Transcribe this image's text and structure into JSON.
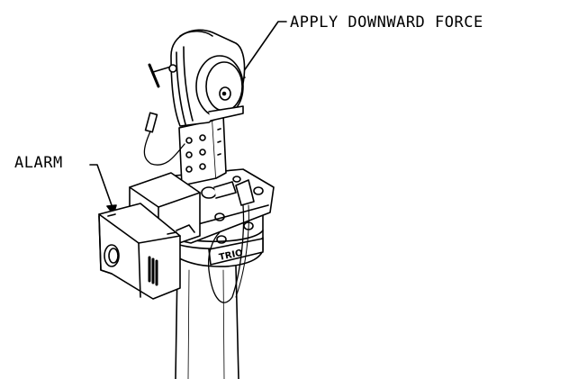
{
  "callouts": {
    "apply_force": "APPLY DOWNWARD FORCE",
    "alarm": "ALARM"
  },
  "product_marking": "TRIO",
  "colors": {
    "ink": "#000000",
    "background": "#ffffff"
  }
}
